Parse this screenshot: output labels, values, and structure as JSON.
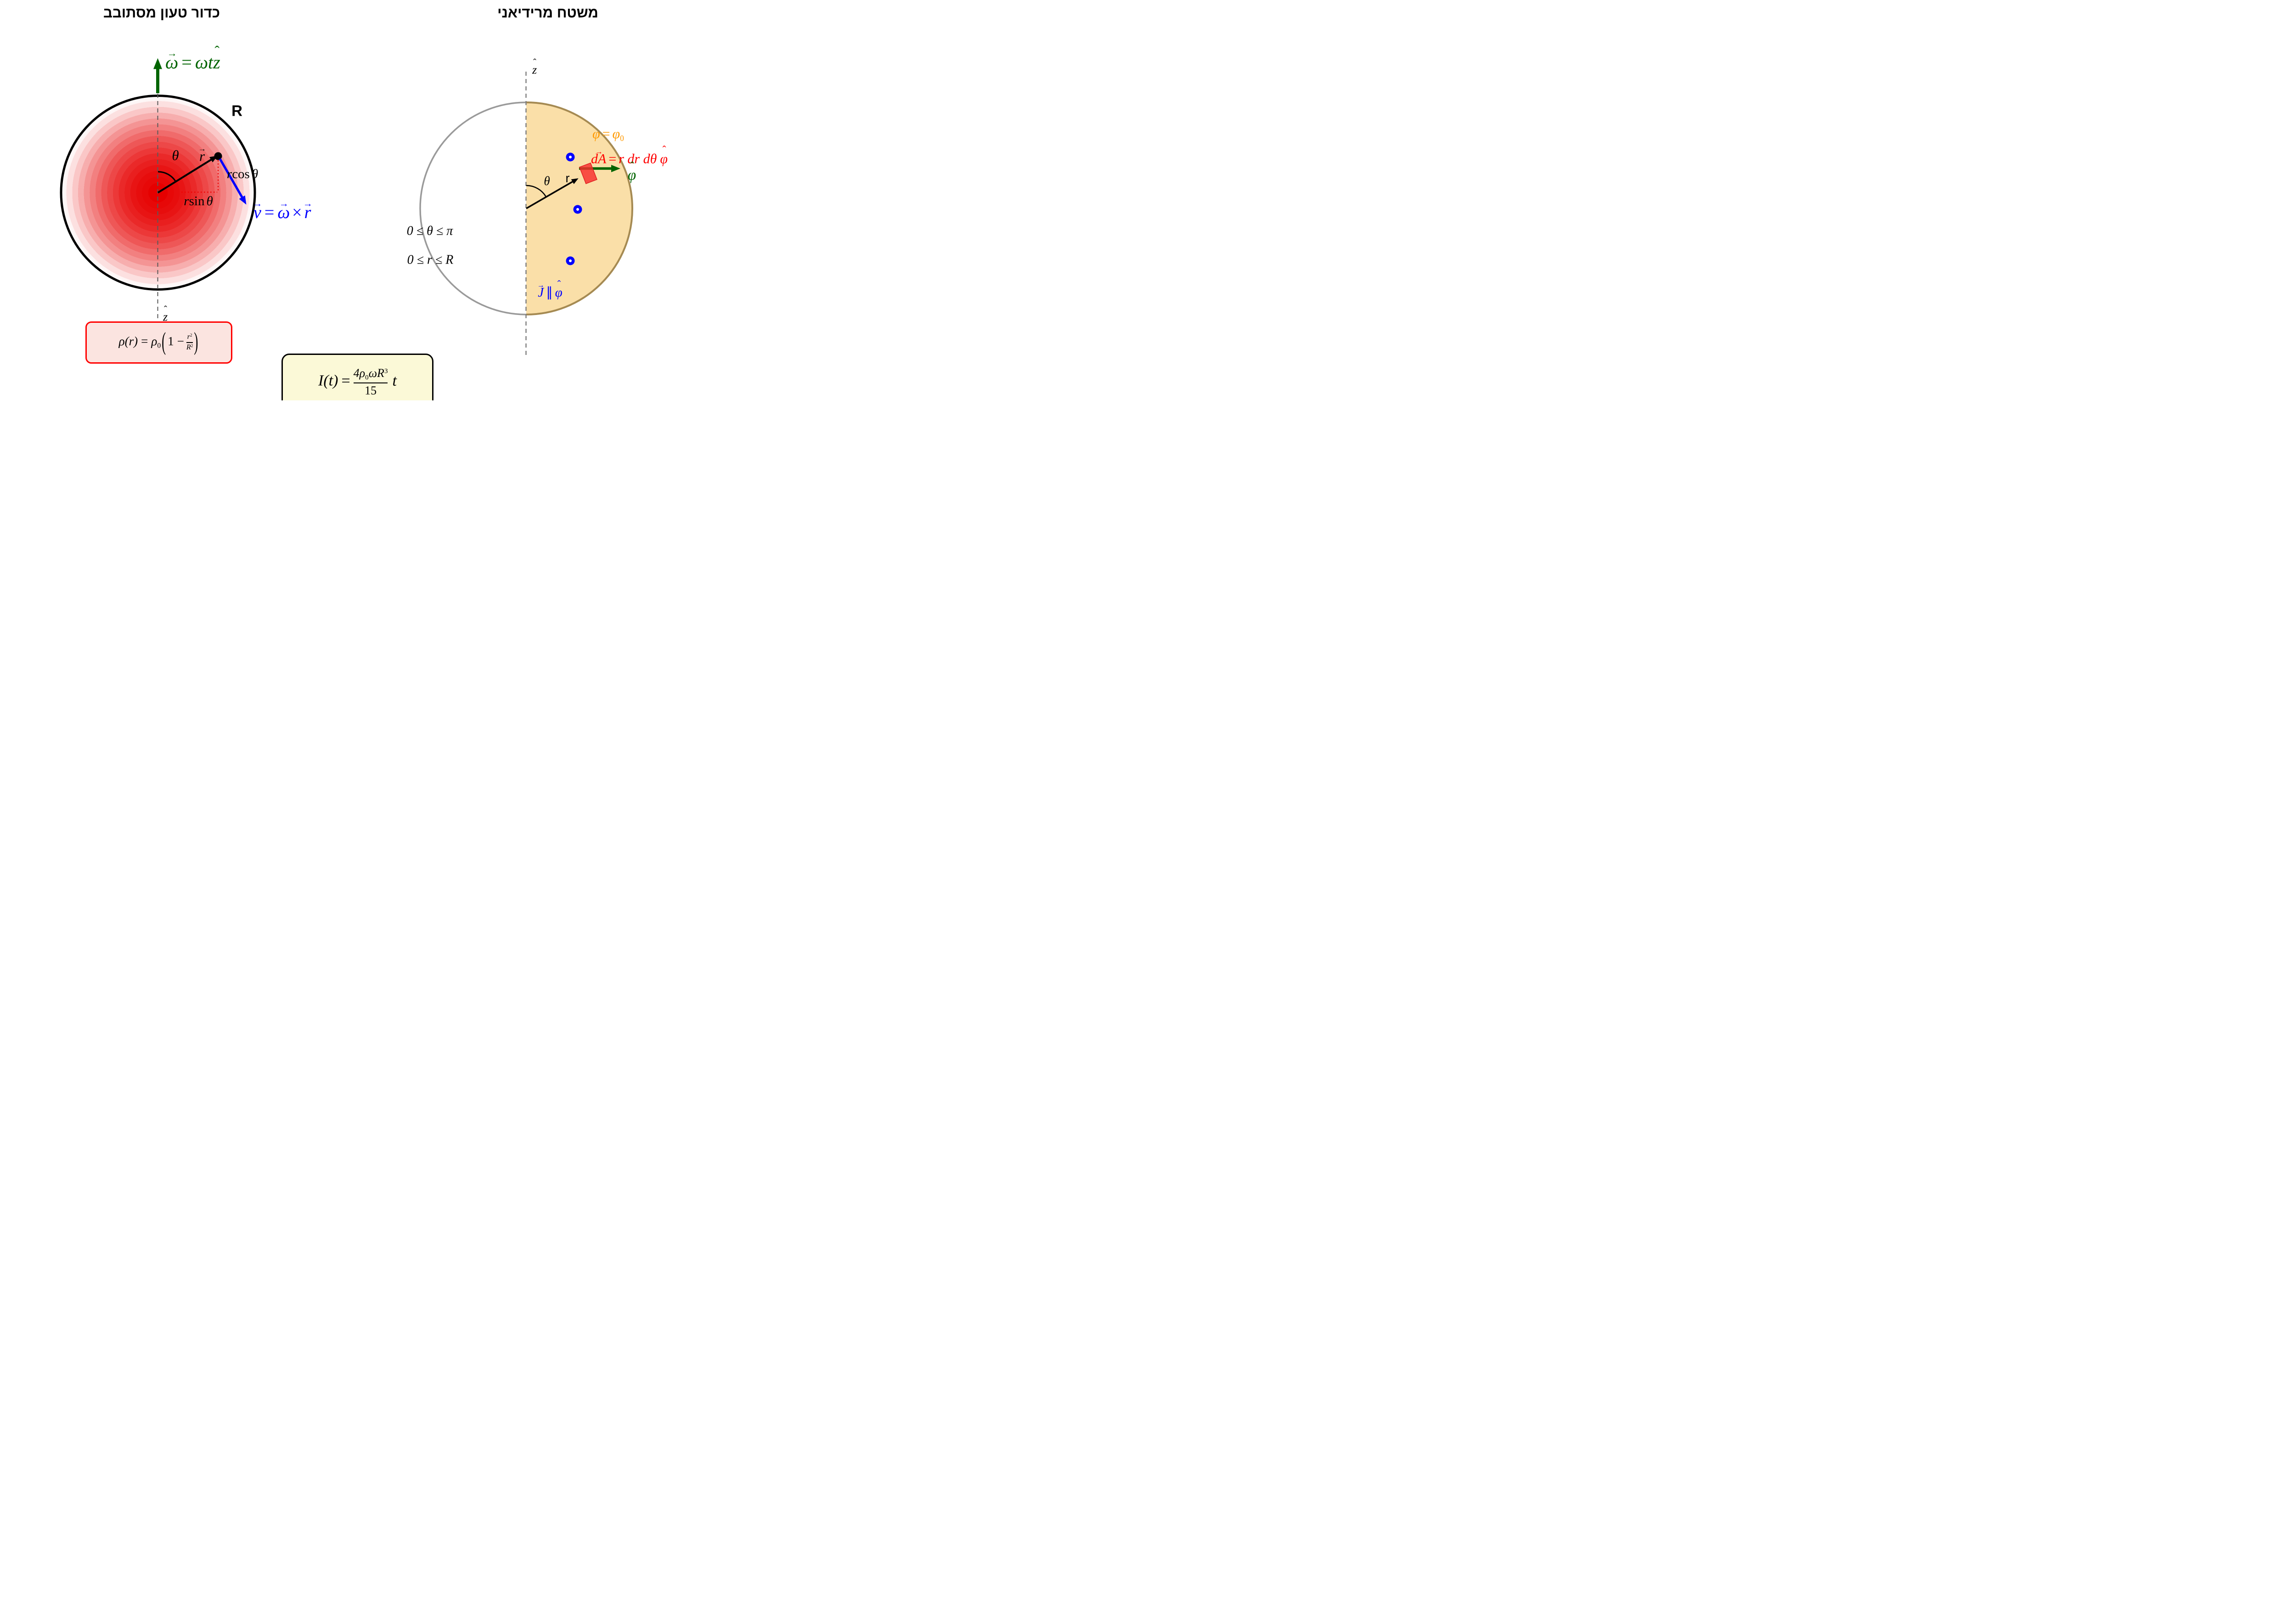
{
  "titles": {
    "left": "כדור טעון מסתובב",
    "right": "משטח מרידיאני"
  },
  "symbols": {
    "vec_arrow": "→",
    "hat": "ˆ",
    "eq": "=",
    "times": "×",
    "minus": "−",
    "paren_open": "(",
    "paren_close": ")",
    "parallel": "∥"
  },
  "colors": {
    "omega_green": "#006400",
    "velocity_blue": "#0000ff",
    "formula_red": "#ff0000",
    "phi_orange": "#ff9900",
    "sphere_red": "#e60000",
    "disk_fill": "#fadfa8",
    "disk_border": "#a58a52",
    "gray_circle": "#9a9a9a",
    "axis_dash_gray": "#808080",
    "rho_box_bg": "#fbe4e0",
    "current_box_bg": "#fbf9d7"
  },
  "left_diagram": {
    "omega_eq": {
      "omega": "ω",
      "rhs": "ωt",
      "z": "z"
    },
    "radius_label": "R",
    "theta_label": "θ",
    "r_label": "r",
    "rcos": {
      "coef": "r",
      "fn": "cos",
      "arg": "θ"
    },
    "rsin": {
      "coef": "r",
      "fn": "sin",
      "arg": "θ"
    },
    "v_eq": {
      "v": "v",
      "omega": "ω",
      "r": "r"
    },
    "z_axis_label": "z",
    "rho_eq": {
      "lhs": "ρ(r)",
      "rho": "ρ",
      "rho_sub": "0",
      "one": "1",
      "num": "r",
      "num_exp": "2",
      "den": "R",
      "den_exp": "2"
    }
  },
  "bottom_box": {
    "i_eq": {
      "lhs": "I(t)",
      "num_head": "4ρ",
      "num_sub": "0",
      "num_tail": "ωR",
      "num_exp": "3",
      "den": "15",
      "t": "t"
    }
  },
  "right_diagram": {
    "z_axis_label": "z",
    "phi_eq": {
      "lhs": "φ",
      "rhs": "φ",
      "rhs_sub": "0"
    },
    "da_eq": {
      "lhs": "dA",
      "rhs": "r dr dθ",
      "phi": "φ"
    },
    "phi_hat_label": "φ",
    "theta_label": "θ",
    "r_label": "r",
    "theta_range": "0 ≤ θ ≤ π",
    "r_range": "0 ≤ r ≤ R",
    "j_eq": {
      "j": "J",
      "phi": "φ"
    }
  }
}
